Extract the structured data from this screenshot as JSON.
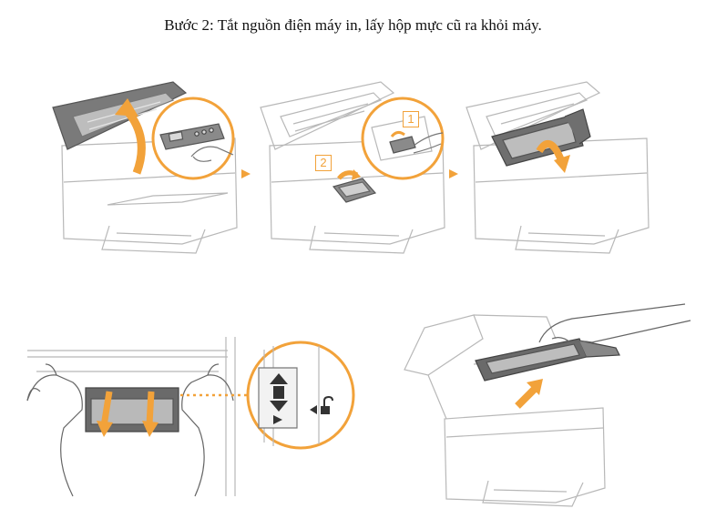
{
  "caption": "Bước 2: Tắt nguồn điện máy in, lấy hộp mực cũ ra khỏi máy.",
  "steps": {
    "first_label": "1",
    "second_label": "2"
  },
  "colors": {
    "accent": "#f2a23a",
    "line": "#b8b8b8",
    "dark": "#6b6b6b",
    "panel": "#8a8a8a"
  },
  "icons": {
    "next": "arrow-right-icon",
    "unlock": "unlock-icon",
    "lever": "lever-updown-icon"
  }
}
